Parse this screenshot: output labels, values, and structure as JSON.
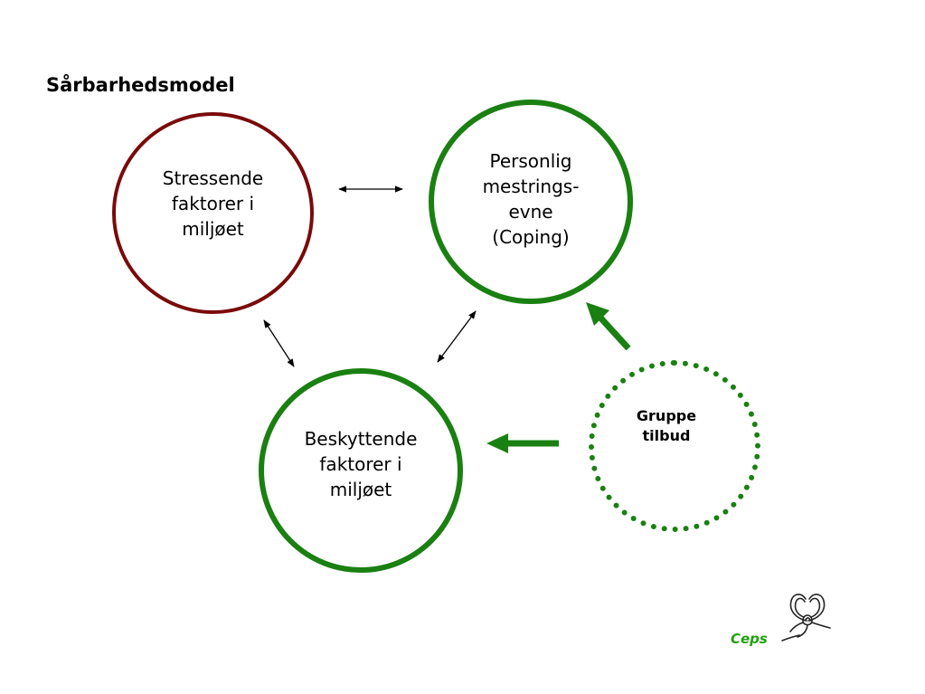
{
  "title": "Sårbarhedsmodel",
  "nodes": {
    "stress": "Stressende\nfaktorer i\nmiljøet",
    "coping": "Personlig\nmestrings-\nevne\n(Coping)",
    "protect": "Beskyttende\nfaktorer i\nmiljøet",
    "group": "Gruppe\ntilbud"
  },
  "colors": {
    "stress_border": "#7a0a0a",
    "green": "#1a8012",
    "logo_text": "#22a10e"
  },
  "logo": {
    "text": "Ceps",
    "icon": "ceps-flower-logo-icon"
  }
}
